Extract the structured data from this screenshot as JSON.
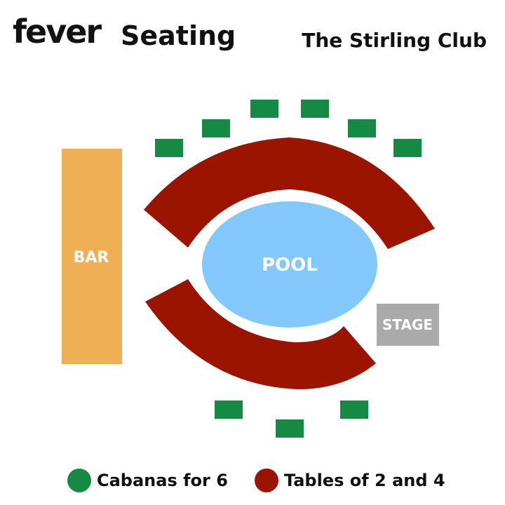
{
  "header": {
    "logo": "fever",
    "subtitle": "Seating",
    "venue": "The Stirling Club"
  },
  "areas": {
    "bar": "BAR",
    "pool": "POOL",
    "stage": "STAGE"
  },
  "legend": [
    {
      "label": "Cabanas for 6",
      "color": "#158a45"
    },
    {
      "label": "Tables of 2 and 4",
      "color": "#9b1400"
    }
  ],
  "colors": {
    "bar": "#eeaf55",
    "pool": "#82c8fa",
    "stage": "#aaaaaa",
    "tables": "#9b1400",
    "cabanas": "#158a45",
    "area_label": "#ffffff"
  }
}
